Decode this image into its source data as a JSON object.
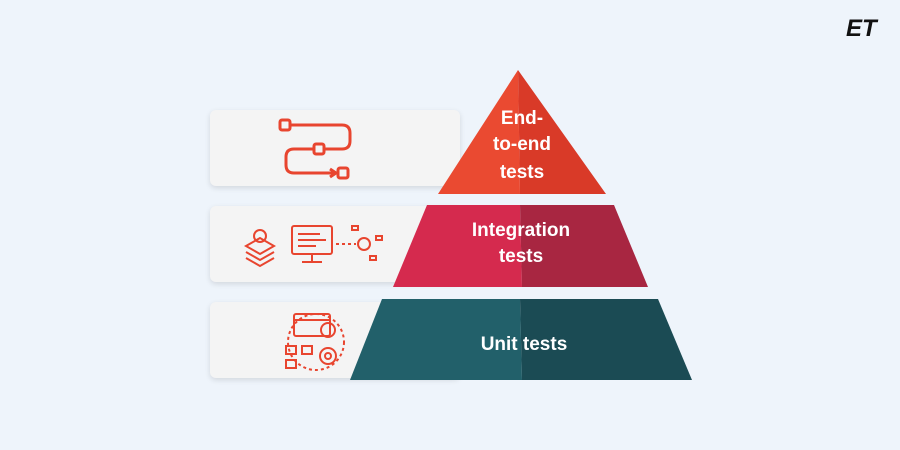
{
  "brand": {
    "logo_text": "ET",
    "logo_icon": "et-logo-icon"
  },
  "pyramid": {
    "tiers": [
      {
        "id": "e2e",
        "label_lines": [
          "End-",
          "to-end",
          "tests"
        ],
        "color": "#e8452f",
        "shade": "#d63b28",
        "icon": "workflow-icon"
      },
      {
        "id": "integration",
        "label_lines": [
          "Integration",
          "tests"
        ],
        "color": "#d52a4e",
        "shade": "#a82641",
        "icon": "integration-icon"
      },
      {
        "id": "unit",
        "label_lines": [
          "Unit tests"
        ],
        "color": "#1f5a63",
        "shade": "#1a4a53",
        "icon": "unit-test-icon"
      }
    ]
  },
  "colors": {
    "background": "#eef4fb",
    "card": "#f4f4f4",
    "icon_accent": "#e8452f"
  }
}
